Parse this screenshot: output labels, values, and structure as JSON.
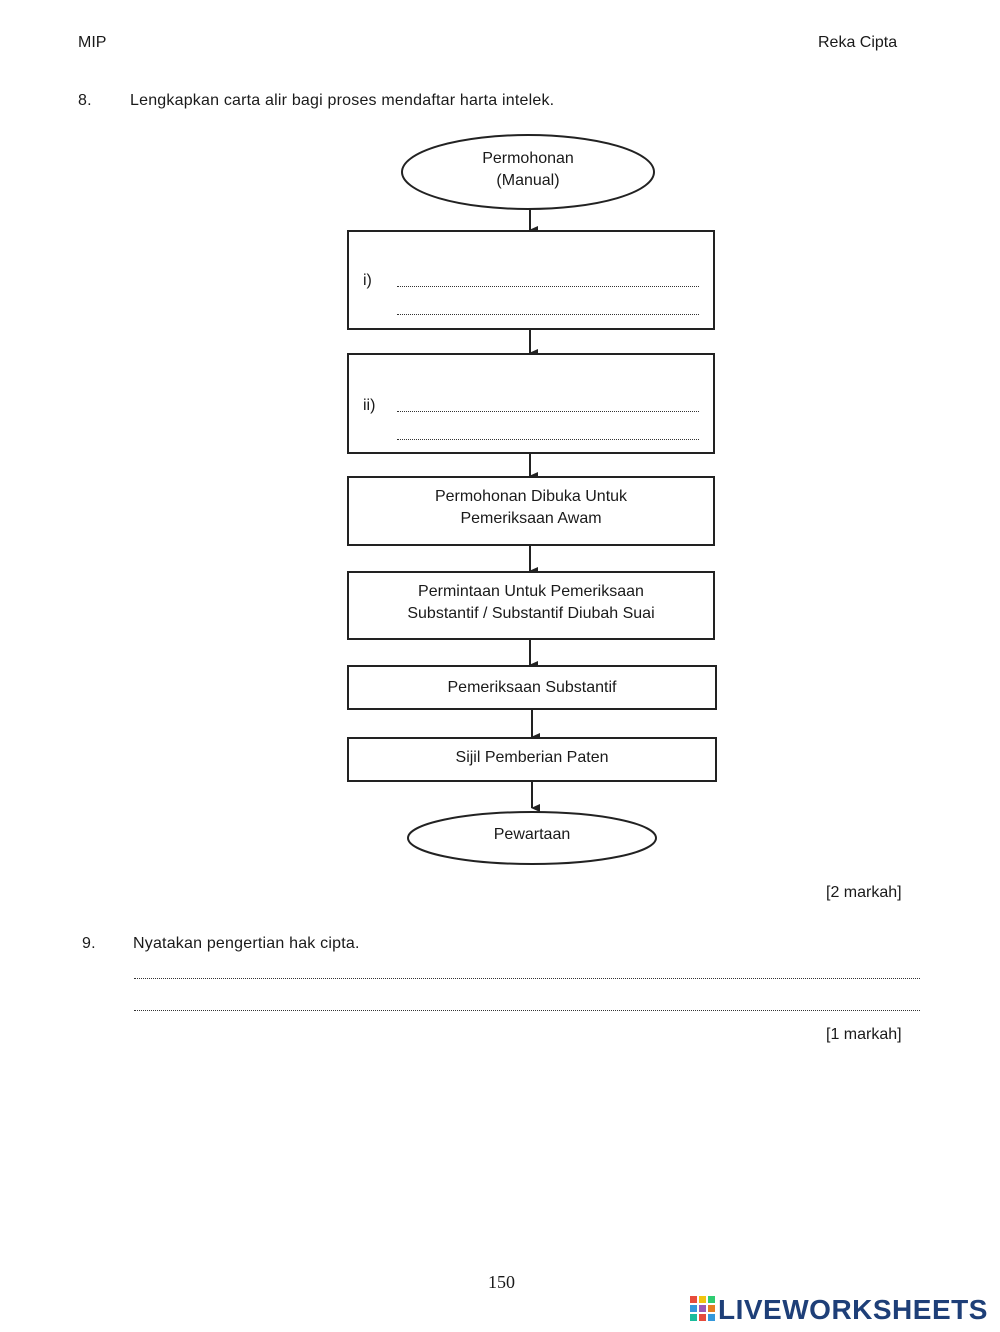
{
  "header": {
    "left": "MIP",
    "right": "Reka Cipta"
  },
  "q8": {
    "number": "8.",
    "text": "Lengkapkan carta alir bagi proses mendaftar harta intelek.",
    "start": "Permohonan\n(Manual)",
    "blank1_label": "i)",
    "blank2_label": "ii)",
    "step3": "Permohonan Dibuka Untuk\nPemeriksaan Awam",
    "step4": "Permintaan Untuk Pemeriksaan\nSubstantif / Substantif Diubah Suai",
    "step5": "Pemeriksaan Substantif",
    "step6": "Sijil Pemberian Paten",
    "end": "Pewartaan",
    "marks": "[2 markah]"
  },
  "q9": {
    "number": "9.",
    "text": "Nyatakan pengertian hak cipta.",
    "marks": "[1 markah]"
  },
  "page_number": "150",
  "logo": {
    "text": "LIVEWORKSHEETS",
    "color": "#1e3f78"
  }
}
